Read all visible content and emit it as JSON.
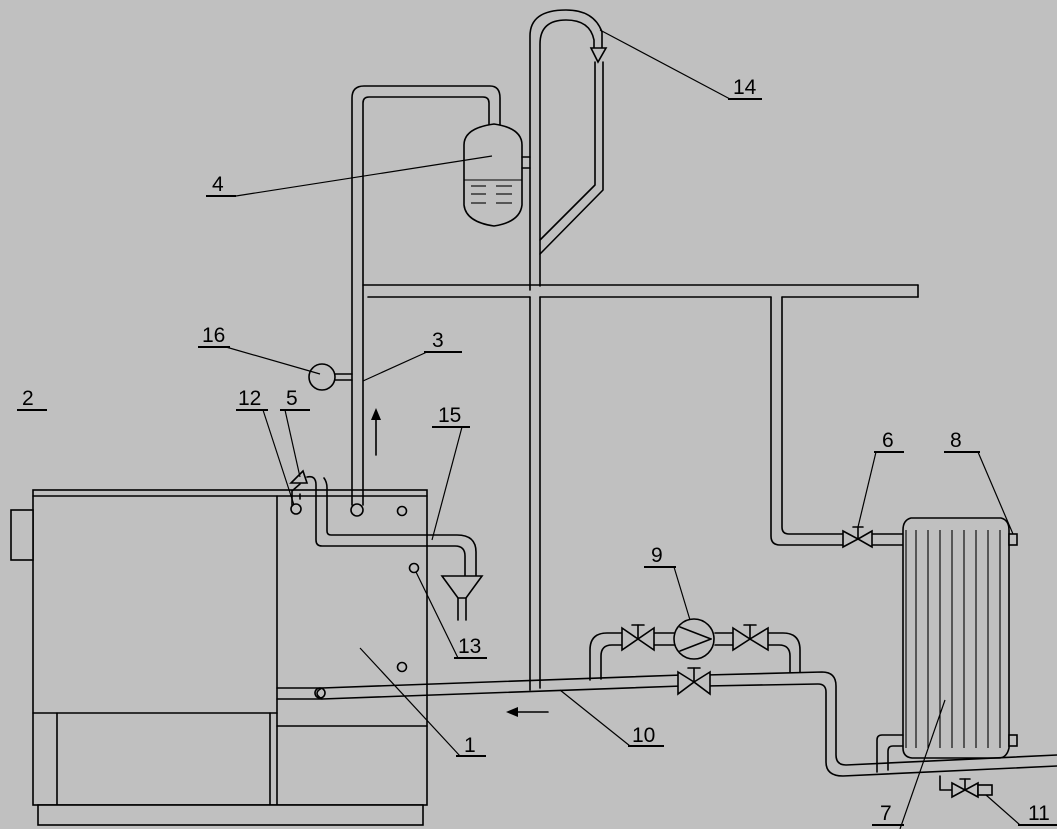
{
  "diagram": {
    "callouts": [
      {
        "id": "boiler",
        "label": "1"
      },
      {
        "id": "burner-box",
        "label": "2"
      },
      {
        "id": "supply-riser",
        "label": "3"
      },
      {
        "id": "expansion-tank",
        "label": "4"
      },
      {
        "id": "safety-valve",
        "label": "5"
      },
      {
        "id": "radiator-valve",
        "label": "6"
      },
      {
        "id": "radiator",
        "label": "7"
      },
      {
        "id": "air-vent",
        "label": "8"
      },
      {
        "id": "circulation-pump",
        "label": "9"
      },
      {
        "id": "return-line",
        "label": "10"
      },
      {
        "id": "drain-valve",
        "label": "11"
      },
      {
        "id": "sensor-12",
        "label": "12"
      },
      {
        "id": "sensor-13",
        "label": "13"
      },
      {
        "id": "overflow-funnel",
        "label": "14"
      },
      {
        "id": "drain-funnel",
        "label": "15"
      },
      {
        "id": "pressure-gauge",
        "label": "16"
      }
    ],
    "colors": {
      "background": "#c0c0c0",
      "line": "#000000"
    }
  }
}
